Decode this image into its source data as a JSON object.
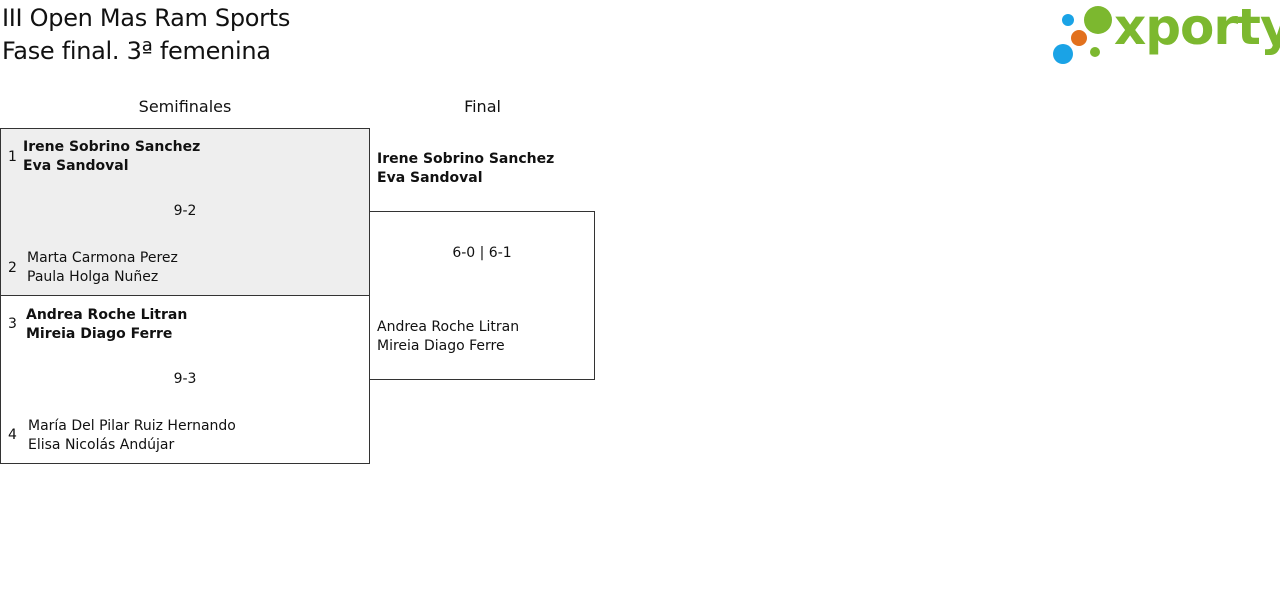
{
  "header": {
    "title_line1": "III Open Mas Ram Sports",
    "title_line2": "Fase final. 3ª femenina"
  },
  "logo": {
    "text": "xporty",
    "colors": {
      "green": "#7cb82f",
      "orange": "#e2711d",
      "blue": "#1aa3e6"
    }
  },
  "rounds": {
    "semifinals_label": "Semifinales",
    "final_label": "Final"
  },
  "semifinals": [
    {
      "score": "9-2",
      "team1": {
        "seed": "1",
        "player1": "Irene Sobrino Sanchez",
        "player2": "Eva Sandoval",
        "winner": true
      },
      "team2": {
        "seed": "2",
        "player1": "Marta Carmona Perez",
        "player2": "Paula Holga Nuñez",
        "winner": false
      }
    },
    {
      "score": "9-3",
      "team1": {
        "seed": "3",
        "player1": "Andrea Roche Litran",
        "player2": "Mireia Diago Ferre",
        "winner": true
      },
      "team2": {
        "seed": "4",
        "player1": "María Del Pilar Ruiz Hernando",
        "player2": "Elisa Nicolás Andújar",
        "winner": false
      }
    }
  ],
  "final": {
    "score": "6-0 | 6-1",
    "team1": {
      "player1": "Irene Sobrino Sanchez",
      "player2": "Eva Sandoval",
      "winner": true
    },
    "team2": {
      "player1": "Andrea Roche Litran",
      "player2": "Mireia Diago Ferre",
      "winner": false
    }
  },
  "colors": {
    "highlight_bg": "#eeeeee",
    "border": "#333333"
  }
}
